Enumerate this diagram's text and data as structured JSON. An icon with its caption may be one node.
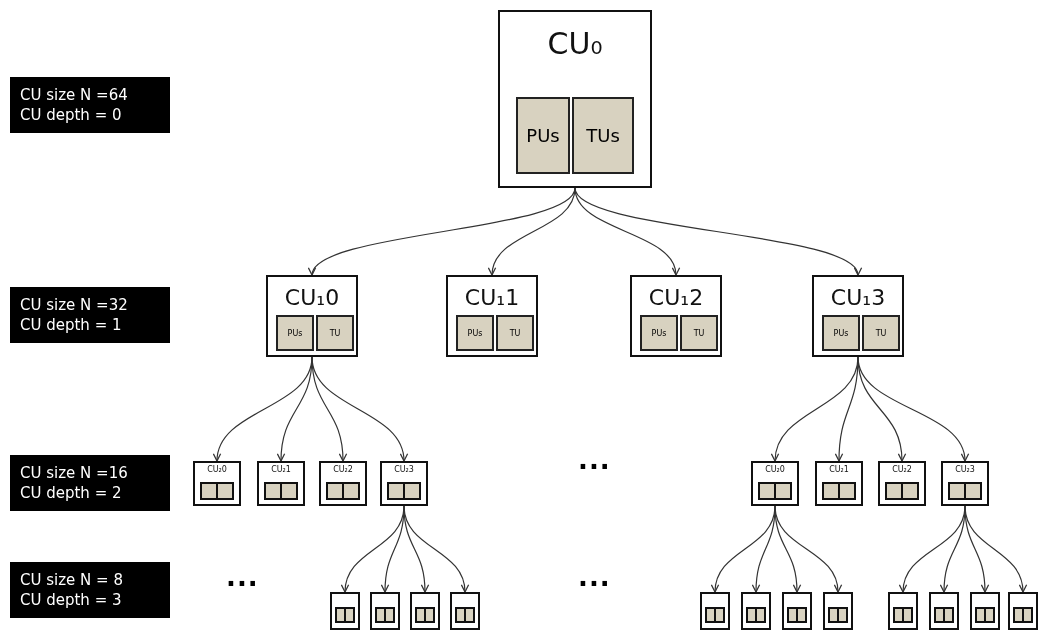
{
  "diagram": {
    "nodes": [
      {
        "text": [
          "CU size N =64",
          "CU depth = 0"
        ]
      },
      {
        "text": [
          "CU₀"
        ]
      },
      {
        "text": [
          "PUs"
        ],
        "in": 1
      },
      {
        "text": [
          "TUs"
        ],
        "in": 1
      },
      {
        "text": [
          "CU size N =32",
          "CU depth = 1"
        ]
      },
      {
        "text": [
          "CU₁0"
        ]
      },
      {
        "text": [
          "PUs"
        ],
        "in": 5
      },
      {
        "text": [
          "TU"
        ],
        "in": 5
      },
      {
        "text": [
          "CU₁1"
        ]
      },
      {
        "text": [
          "PUs"
        ],
        "in": 8
      },
      {
        "text": [
          "TU"
        ],
        "in": 8
      },
      {
        "text": [
          "CU₁2"
        ]
      },
      {
        "text": [
          "PUs"
        ],
        "in": 11
      },
      {
        "text": [
          "TU"
        ],
        "in": 11
      },
      {
        "text": [
          "CU₁3"
        ]
      },
      {
        "text": [
          "PUs"
        ],
        "in": 14
      },
      {
        "text": [
          "TU"
        ],
        "in": 14
      },
      {
        "text": [
          "CU size N =16",
          "CU depth = 2"
        ]
      },
      {
        "text": [
          "CU₂0"
        ]
      },
      {
        "text": [
          "CU₂1"
        ]
      },
      {
        "text": [
          "CU₂2"
        ]
      },
      {
        "text": [
          "CU₂3"
        ]
      },
      {
        "text": [
          "CU₂0"
        ]
      },
      {
        "text": [
          "CU₂1"
        ]
      },
      {
        "text": [
          "CU₂2"
        ]
      },
      {
        "text": [
          "CU₂3"
        ]
      },
      {
        "text": [
          "CU size N = 8",
          "CU depth = 3"
        ]
      },
      {
        "text": [],
        "shape": "box"
      },
      {
        "text": [],
        "shape": "box"
      },
      {
        "text": [],
        "shape": "box"
      },
      {
        "text": [],
        "shape": "box"
      },
      {
        "text": [],
        "shape": "box"
      },
      {
        "text": [],
        "shape": "box"
      },
      {
        "text": [],
        "shape": "box"
      },
      {
        "text": [],
        "shape": "box"
      },
      {
        "text": [],
        "shape": "box"
      },
      {
        "text": [],
        "shape": "box"
      },
      {
        "text": [],
        "shape": "box"
      },
      {
        "text": [],
        "shape": "box"
      }
    ],
    "edges": [
      {
        "from": 1,
        "to": 5,
        "arrow": "to"
      },
      {
        "from": 1,
        "to": 8,
        "arrow": "to"
      },
      {
        "from": 1,
        "to": 11,
        "arrow": "to"
      },
      {
        "from": 1,
        "to": 14,
        "arrow": "to"
      },
      {
        "from": 5,
        "to": 18,
        "arrow": "to"
      },
      {
        "from": 5,
        "to": 19,
        "arrow": "to"
      },
      {
        "from": 5,
        "to": 20,
        "arrow": "to"
      },
      {
        "from": 5,
        "to": 21,
        "arrow": "to"
      },
      {
        "from": 14,
        "to": 22,
        "arrow": "to"
      },
      {
        "from": 14,
        "to": 23,
        "arrow": "to"
      },
      {
        "from": 14,
        "to": 24,
        "arrow": "to"
      },
      {
        "from": 14,
        "to": 25,
        "arrow": "to"
      },
      {
        "from": 21,
        "to": 27,
        "arrow": "to"
      },
      {
        "from": 21,
        "to": 28,
        "arrow": "to"
      },
      {
        "from": 21,
        "to": 29,
        "arrow": "to"
      },
      {
        "from": 21,
        "to": 30,
        "arrow": "to"
      },
      {
        "from": 22,
        "to": 31,
        "arrow": "to"
      },
      {
        "from": 22,
        "to": 32,
        "arrow": "to"
      },
      {
        "from": 22,
        "to": 33,
        "arrow": "to"
      },
      {
        "from": 22,
        "to": 34,
        "arrow": "to"
      },
      {
        "from": 25,
        "to": 35,
        "arrow": "to"
      },
      {
        "from": 25,
        "to": 36,
        "arrow": "to"
      },
      {
        "from": 25,
        "to": 37,
        "arrow": "to"
      },
      {
        "from": 25,
        "to": 38,
        "arrow": "to"
      }
    ],
    "labels": [
      "...",
      "...",
      "..."
    ]
  }
}
